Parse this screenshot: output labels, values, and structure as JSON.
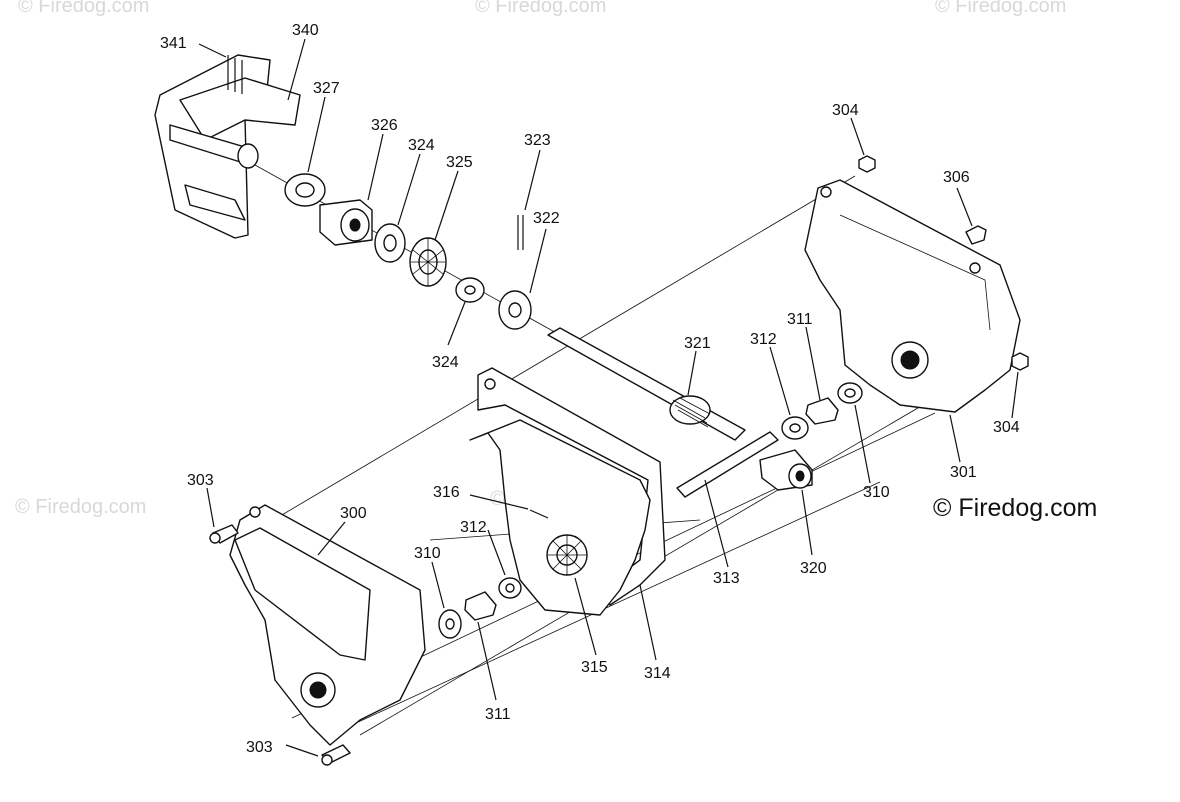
{
  "watermark": "© Firedog.com",
  "brand_notice": "© Firedog.com",
  "callouts": [
    "341",
    "340",
    "327",
    "326",
    "324",
    "325",
    "323",
    "322",
    "324",
    "304",
    "306",
    "321",
    "312",
    "311",
    "301",
    "304",
    "310",
    "320",
    "313",
    "316",
    "312",
    "310",
    "300",
    "303",
    "315",
    "314",
    "311",
    "303"
  ]
}
